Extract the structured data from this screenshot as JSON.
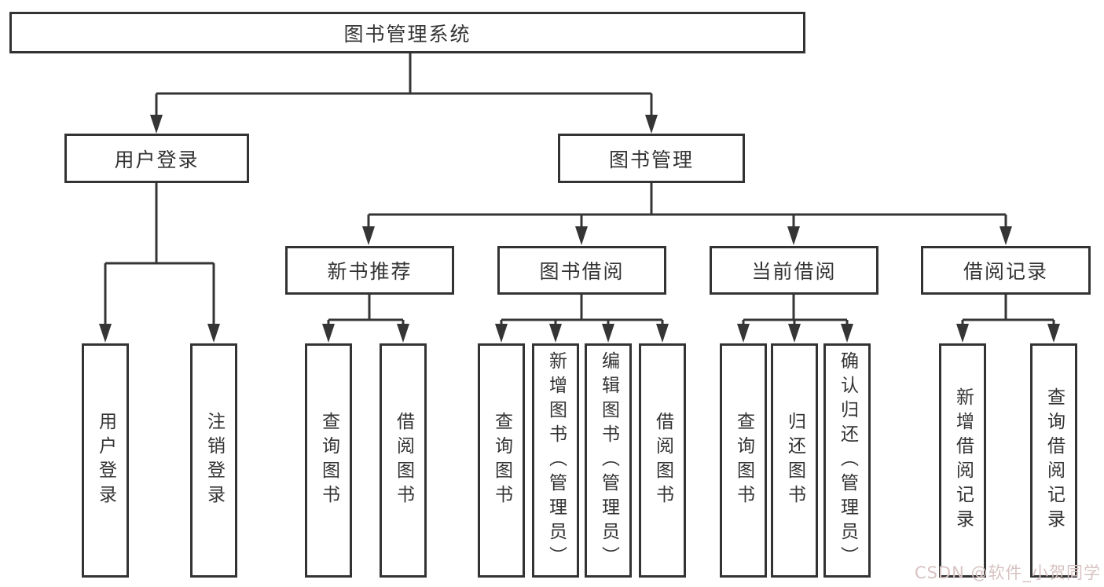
{
  "diagram": {
    "type": "hierarchy-tree",
    "title": "图书管理系统",
    "watermark": "CSDN @软件_小贺同学",
    "colors": {
      "line": "#353535",
      "box_border": "#333333",
      "text": "#333333",
      "background": "#ffffff",
      "watermark": "#d8c3c3"
    },
    "hierarchy": {
      "label": "图书管理系统",
      "children": [
        {
          "label": "用户登录",
          "children": [
            {
              "label": "用户登录"
            },
            {
              "label": "注销登录"
            }
          ]
        },
        {
          "label": "图书管理",
          "children": [
            {
              "label": "新书推荐",
              "children": [
                {
                  "label": "查询图书"
                },
                {
                  "label": "借阅图书"
                }
              ]
            },
            {
              "label": "图书借阅",
              "children": [
                {
                  "label": "查询图书"
                },
                {
                  "label": "新增图书（管理员）"
                },
                {
                  "label": "编辑图书（管理员）"
                },
                {
                  "label": "借阅图书"
                }
              ]
            },
            {
              "label": "当前借阅",
              "children": [
                {
                  "label": "查询图书"
                },
                {
                  "label": "归还图书"
                },
                {
                  "label": "确认归还（管理员）"
                }
              ]
            },
            {
              "label": "借阅记录",
              "children": [
                {
                  "label": "新增借阅记录"
                },
                {
                  "label": "查询借阅记录"
                }
              ]
            }
          ]
        }
      ]
    }
  }
}
